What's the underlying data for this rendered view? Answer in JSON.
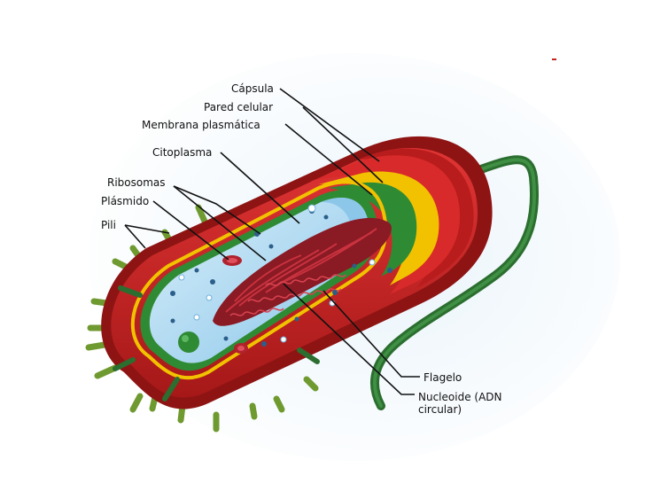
{
  "labels": {
    "capsule": "Cápsula",
    "cell_wall": "Pared celular",
    "plasma_membrane": "Membrana plasmática",
    "cytoplasm": "Citoplasma",
    "ribosomes": "Ribosomas",
    "plasmid": "Plásmido",
    "pili": "Pili",
    "flagellum": "Flagelo",
    "nucleoid_line1": "Nucleoide (ADN",
    "nucleoid_line2": "circular)"
  },
  "colors": {
    "capsule_dark": "#8e1414",
    "capsule": "#c62222",
    "capsule_light": "#e03434",
    "cell_wall": "#f2c200",
    "membrane": "#2f8a34",
    "cytoplasm": "#a9d6f0",
    "cytoplasm_light": "#d9eef9",
    "nucleoid": "#8a1a24",
    "flagellum": "#2b6e2f",
    "pili": "#7ea63a",
    "ribosome": "#2b5f8a"
  }
}
